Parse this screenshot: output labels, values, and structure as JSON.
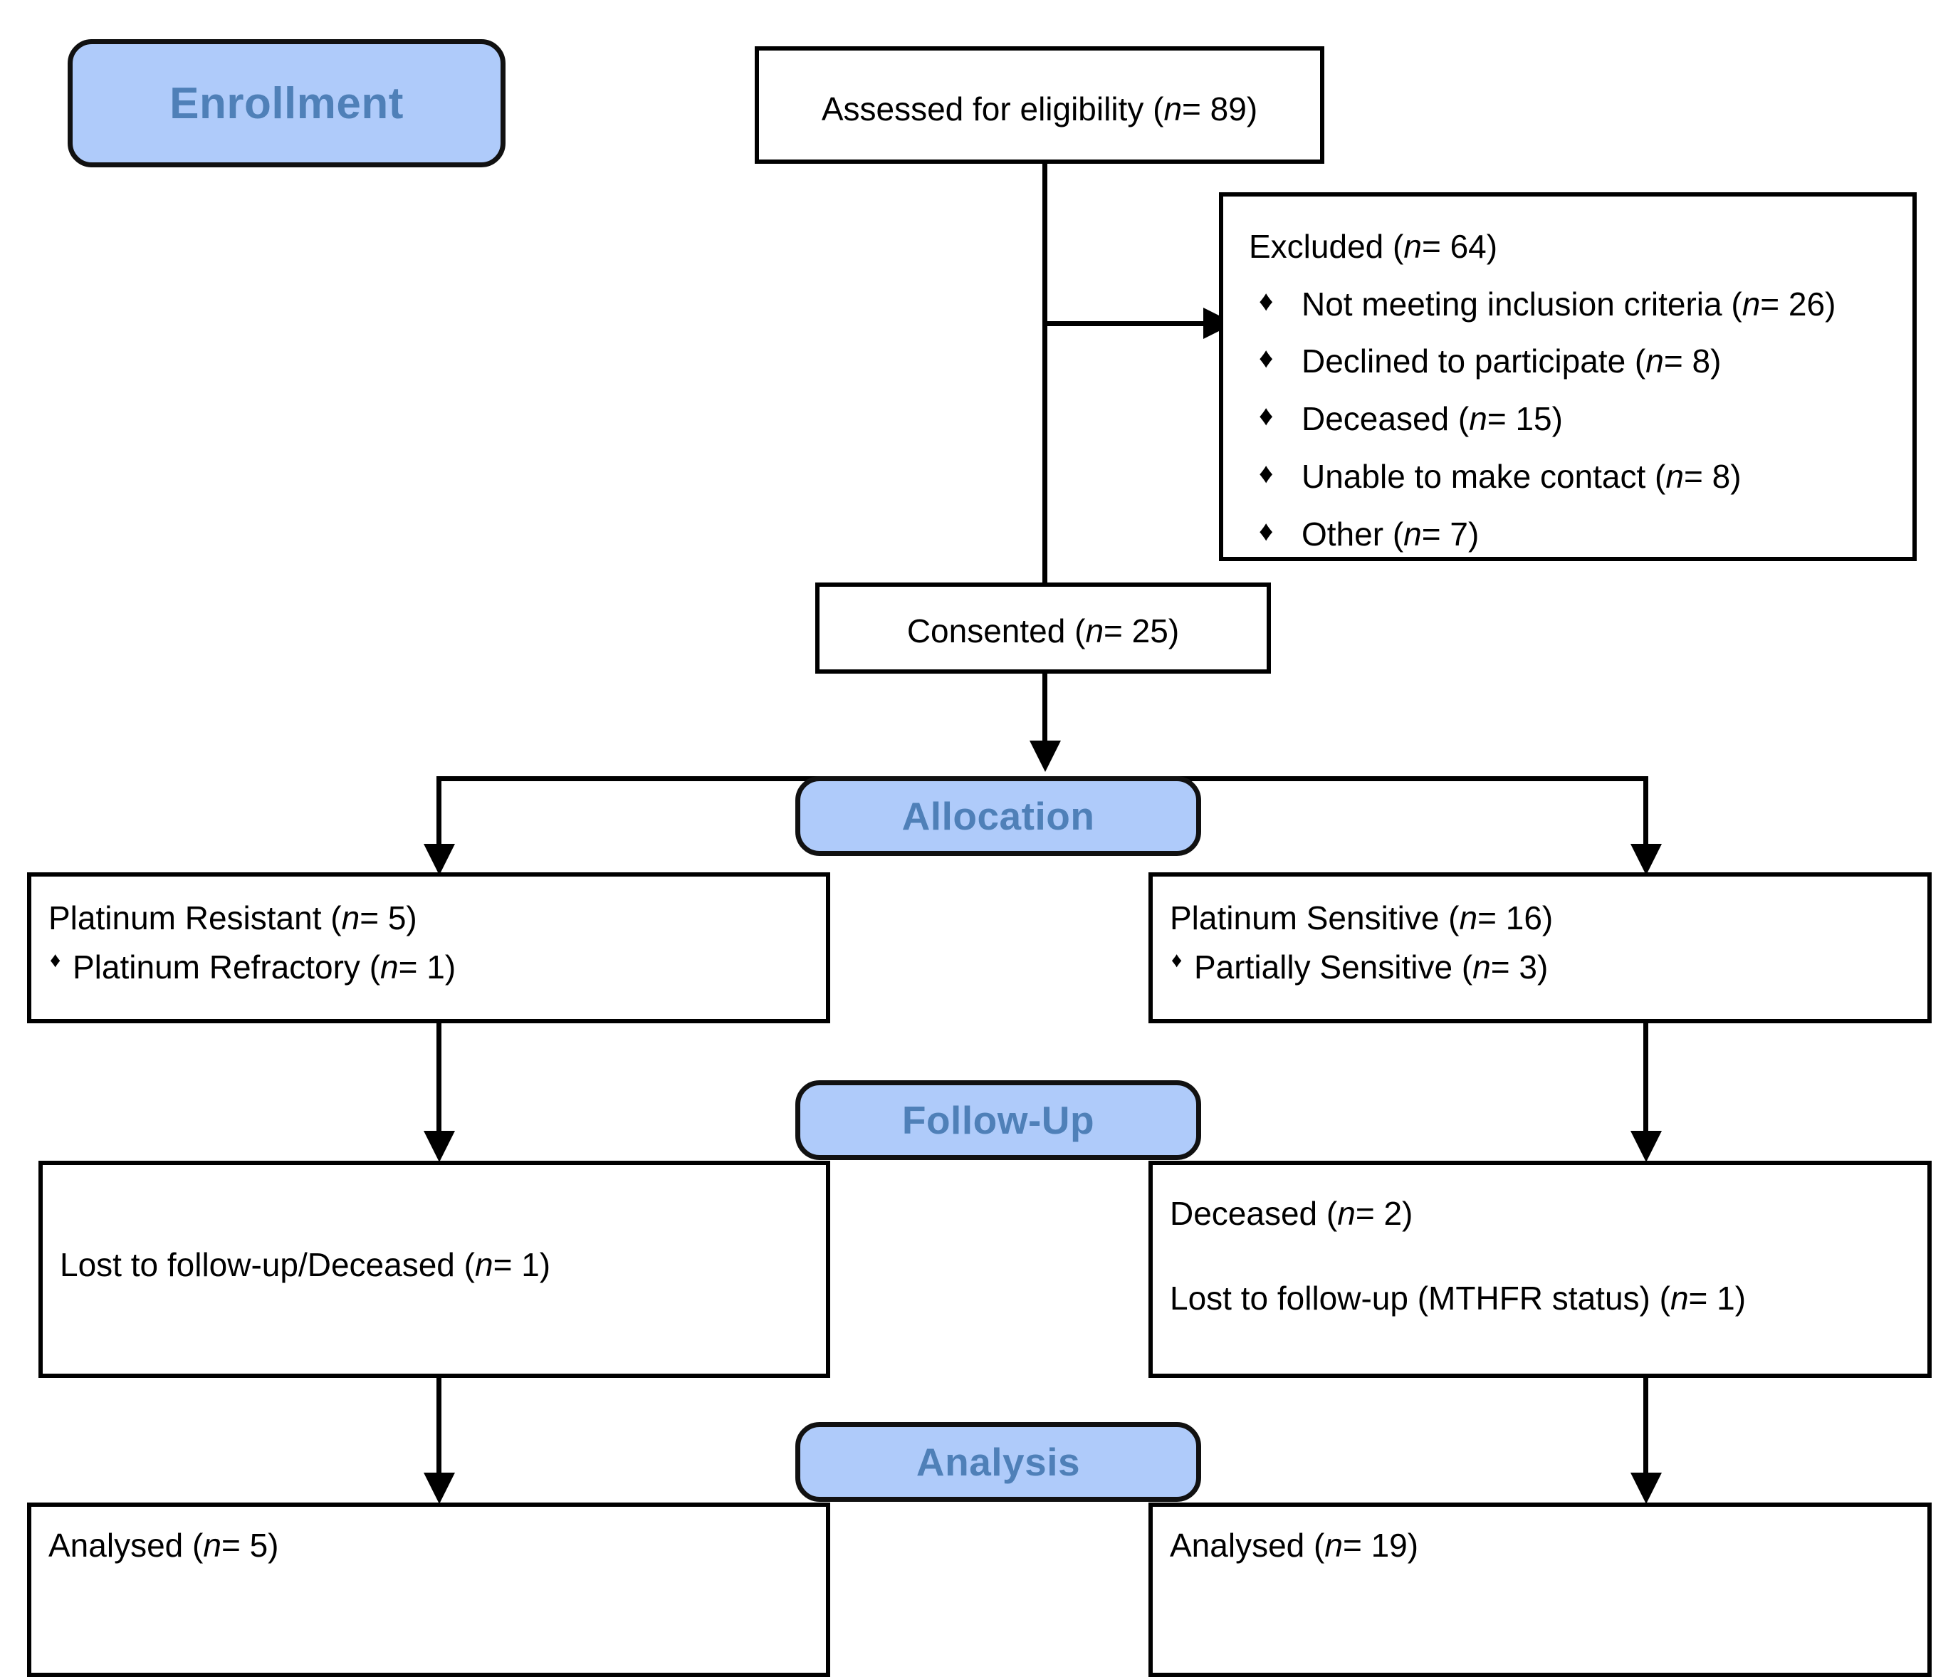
{
  "diagram": {
    "type": "CONSORT participant flow diagram",
    "n_label": "n",
    "stages": [
      {
        "key": "enrollment",
        "label": "Enrollment"
      },
      {
        "key": "allocation",
        "label": "Allocation"
      },
      {
        "key": "followup",
        "label": "Follow-Up"
      },
      {
        "key": "analysis",
        "label": "Analysis"
      }
    ],
    "colors": {
      "badge_fill": "#AFCBFA",
      "badge_text": "#4F80B8",
      "badge_border": "#111111",
      "box_border": "#000000",
      "box_fill": "#FFFFFF",
      "connector": "#000000",
      "text": "#000000"
    },
    "nodes": {
      "assessed": {
        "text_prefix": "Assessed for eligibility (",
        "n_symbol": "n",
        "text_suffix": "= 89)",
        "count": 89
      },
      "excluded": {
        "heading_prefix": "Excluded (",
        "n_symbol": "n",
        "heading_suffix": "= 64)",
        "count": 64,
        "bullet_glyph": "♦",
        "reasons": [
          {
            "label": "Not meeting inclusion criteria (",
            "n_symbol": "n",
            "suffix": "= 26)",
            "count": 26
          },
          {
            "label": "Declined to participate (",
            "n_symbol": "n",
            "suffix": "= 8)",
            "count": 8
          },
          {
            "label": "Deceased (",
            "n_symbol": "n",
            "suffix": "= 15)",
            "count": 15
          },
          {
            "label": "Unable to make contact (",
            "n_symbol": "n",
            "suffix": "= 8)",
            "count": 8
          },
          {
            "label": "Other (",
            "n_symbol": "n",
            "suffix": "= 7)",
            "count": 7
          }
        ]
      },
      "consented": {
        "text_prefix": "Consented (",
        "n_symbol": "n",
        "text_suffix": "= 25)",
        "count": 25
      },
      "alloc_left": {
        "title_prefix": "Platinum Resistant (",
        "n_symbol": "n",
        "title_suffix": "= 5)",
        "count": 5,
        "bullet_glyph": "♦",
        "sub_prefix": "Platinum Refractory (",
        "sub_n_symbol": "n",
        "sub_suffix": "= 1)",
        "sub_count": 1
      },
      "alloc_right": {
        "title_prefix": "Platinum Sensitive (",
        "n_symbol": "n",
        "title_suffix": "= 16)",
        "count": 16,
        "bullet_glyph": "♦",
        "sub_prefix": "Partially Sensitive (",
        "sub_n_symbol": "n",
        "sub_suffix": "= 3)",
        "sub_count": 3
      },
      "followup_left": {
        "line1_prefix": "Lost to follow-up/Deceased (",
        "n_symbol": "n",
        "line1_suffix": "= 1)",
        "count": 1
      },
      "followup_right": {
        "line1_prefix": "Deceased (",
        "n1_symbol": "n",
        "line1_suffix": "= 2)",
        "count1": 2,
        "line2_prefix": "Lost to follow-up (MTHFR status) (",
        "n2_symbol": "n",
        "line2_suffix": "= 1)",
        "count2": 1
      },
      "analysis_left": {
        "text_prefix": "Analysed (",
        "n_symbol": "n",
        "text_suffix": "= 5)",
        "count": 5
      },
      "analysis_right": {
        "text_prefix": "Analysed (",
        "n_symbol": "n",
        "text_suffix": "= 19)",
        "count": 19
      }
    }
  }
}
